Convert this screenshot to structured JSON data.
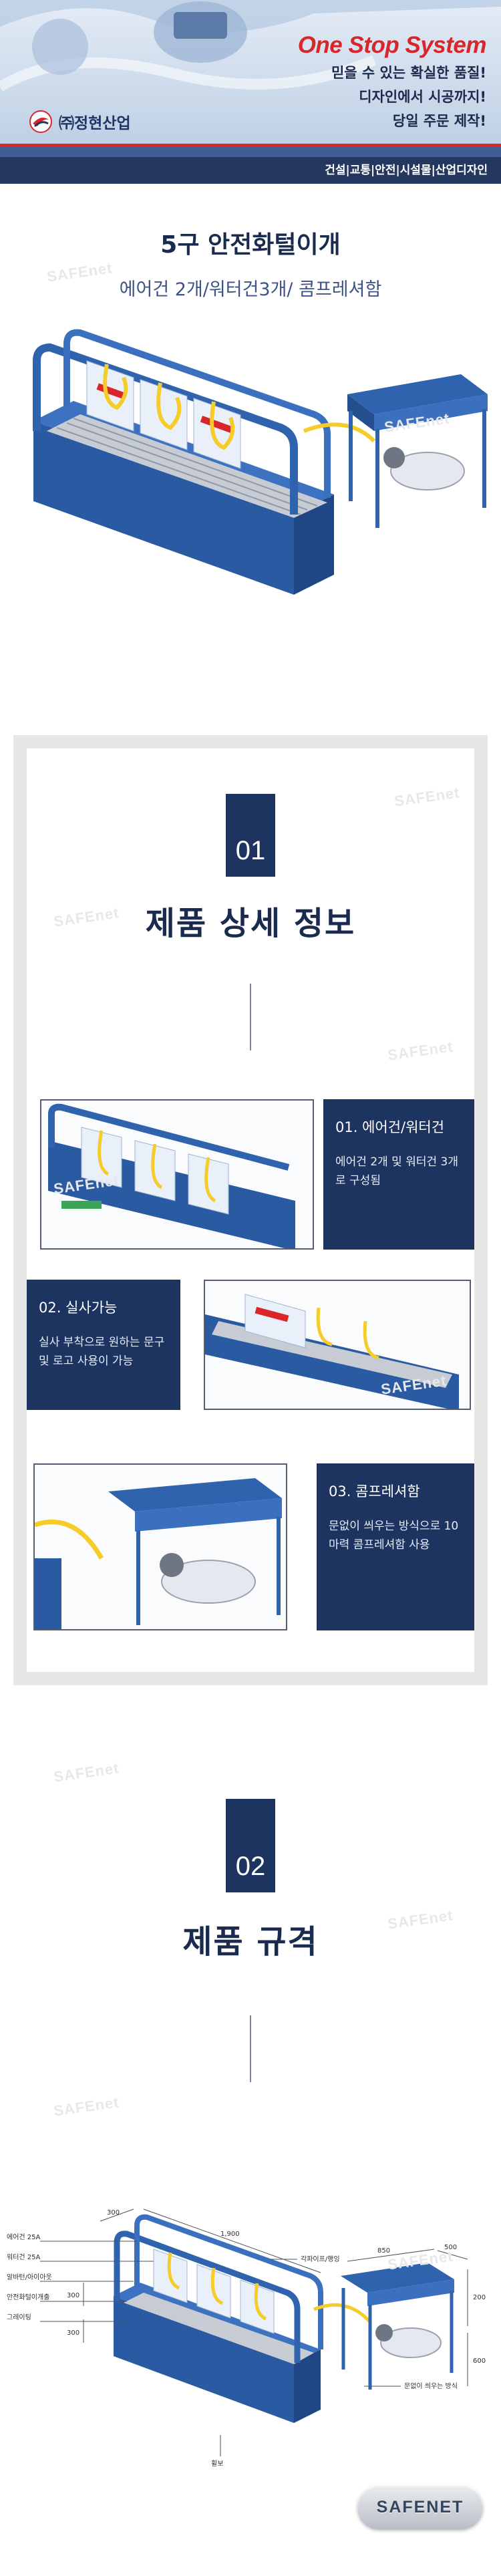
{
  "banner": {
    "slogan": "One Stop System",
    "taglines": [
      "믿을 수 있는 확실한 품질!",
      "디자인에서 시공까지!",
      "당일 주문 제작!"
    ],
    "company": "㈜정현산업",
    "categories": "건설|교통|안전|시설물|산업디자인"
  },
  "watermark": "SAFEnet",
  "product": {
    "title": "5구 안전화털이개",
    "subtitle": "에어건 2개/워터건3개/ 콤프레셔함"
  },
  "detail": {
    "number": "01",
    "title": "제품 상세 정보",
    "features": [
      {
        "head": "01. 에어건/워터건",
        "body": "에어건 2개 및 워터건 3개로 구성됨"
      },
      {
        "head": "02. 실사가능",
        "body": "실사 부착으로 원하는 문구 및 로고 사용이 가능"
      },
      {
        "head": "03. 콤프레셔함",
        "body": "문없이 씌우는 방식으로 10마력 콤프레셔함 사용"
      }
    ]
  },
  "spec": {
    "number": "02",
    "title": "제품 규격",
    "labels_left": [
      "에어건 25A",
      "워터건 25A",
      "알바턴/아이아웃",
      "안전화털이개출",
      "그레이팅"
    ],
    "dims": [
      "300",
      "1,900",
      "850",
      "500",
      "200",
      "600",
      "300",
      "300"
    ],
    "callouts": [
      "각파이프/행잉",
      "문없이 씌우는 방식",
      "휠보"
    ],
    "brand": "SAFENET"
  },
  "colors": {
    "navy": "#1e3460",
    "accent_red": "#d8262b",
    "machine_blue": "#2f63ad",
    "hose_yellow": "#f5cc2a"
  }
}
